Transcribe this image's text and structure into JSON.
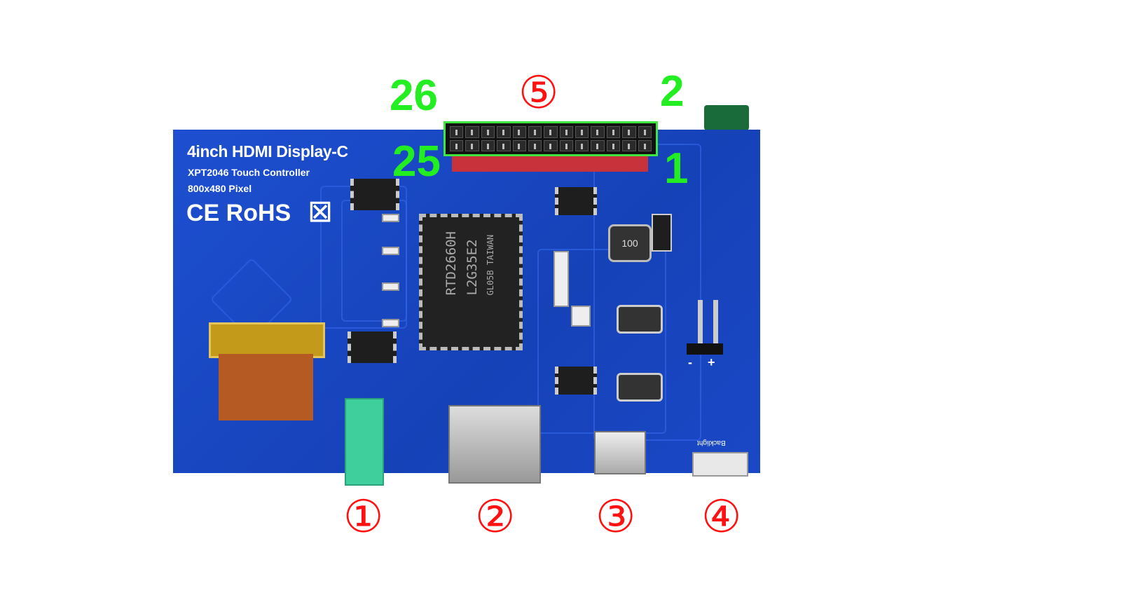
{
  "board": {
    "title": "4inch HDMI Display-C",
    "touch_controller": "XPT2046 Touch Controller",
    "resolution": "800x480 Pixel",
    "certifications": "CE RoHS",
    "main_chip": {
      "line1": "RTD2660H",
      "line2": "L2G35E2",
      "line3": "GL05B TAIWAN"
    },
    "inductor_label": "100",
    "backlight_label": "Backlight",
    "power_pins": {
      "minus": "-",
      "plus": "+"
    }
  },
  "gpio_header": {
    "marker": "⑤",
    "pin_top_left": "26",
    "pin_bottom_left": "25",
    "pin_top_right": "2",
    "pin_bottom_right": "1",
    "outline_color": "#3ee63e"
  },
  "callouts": [
    {
      "marker": "①",
      "target": "audio-jack"
    },
    {
      "marker": "②",
      "target": "hdmi-port"
    },
    {
      "marker": "③",
      "target": "micro-usb-port"
    },
    {
      "marker": "④",
      "target": "backlight-switch"
    }
  ],
  "colors": {
    "board": "#1a48c6",
    "callout_red": "#ff1111",
    "pin_green": "#22ee22"
  }
}
